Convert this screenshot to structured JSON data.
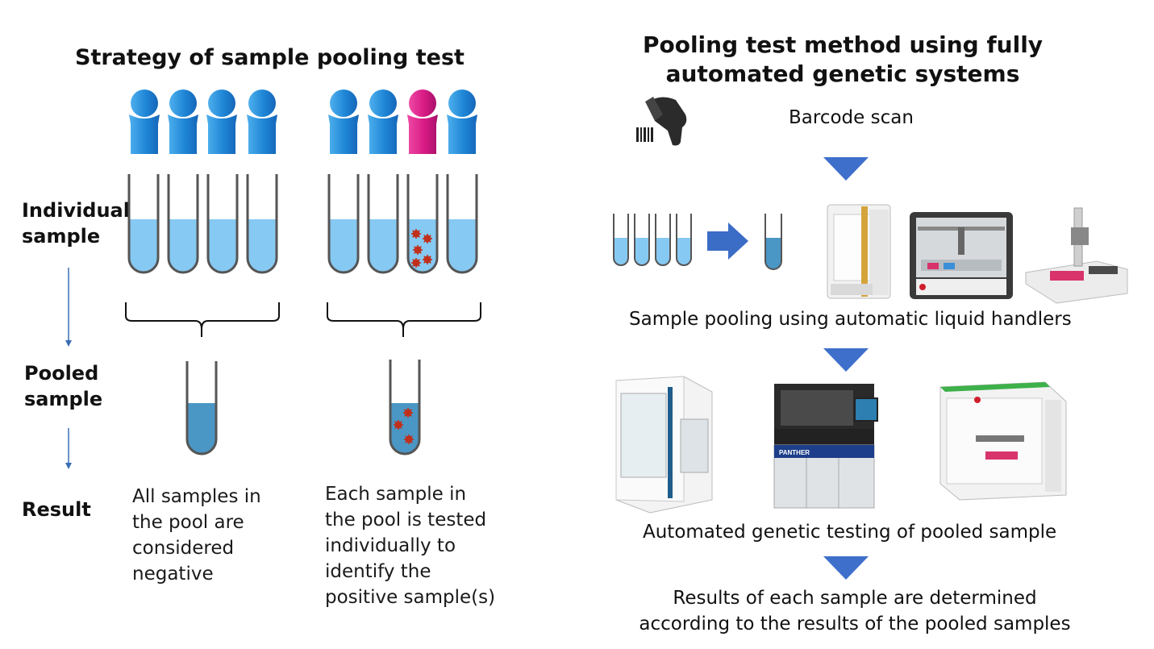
{
  "left": {
    "title": "Strategy of sample pooling test",
    "row_labels": {
      "individual": [
        "Individual",
        "sample"
      ],
      "pooled": [
        "Pooled",
        "sample"
      ],
      "result": "Result"
    },
    "negative_result": [
      "All samples in",
      "the pool are",
      "considered",
      "negative"
    ],
    "positive_result": [
      "Each sample in",
      "the pool is tested",
      "individually to",
      "identify the",
      "positive sample(s)"
    ],
    "colors": {
      "person": "#2a8ed8",
      "person_positive": "#d81b85",
      "individual_liquid": "#86c9f2",
      "pooled_liquid": "#4a96c4",
      "virus": "#c0301c"
    }
  },
  "right": {
    "title": [
      "Pooling test method using fully",
      "automated genetic systems"
    ],
    "steps": {
      "scan": "Barcode scan",
      "pooling": "Sample pooling using automatic liquid handlers",
      "testing": "Automated genetic testing of pooled sample",
      "results": [
        "Results of each sample are determined",
        "according to the results of the pooled samples"
      ]
    },
    "icons": [
      "barcode-scanner-icon",
      "liquid-handler-1",
      "liquid-handler-2",
      "liquid-handler-3",
      "genetic-analyzer-1",
      "genetic-analyzer-2",
      "genetic-analyzer-3"
    ],
    "colors": {
      "arrow": "#3e6fcb"
    },
    "analyzer_label": "PANTHER"
  }
}
